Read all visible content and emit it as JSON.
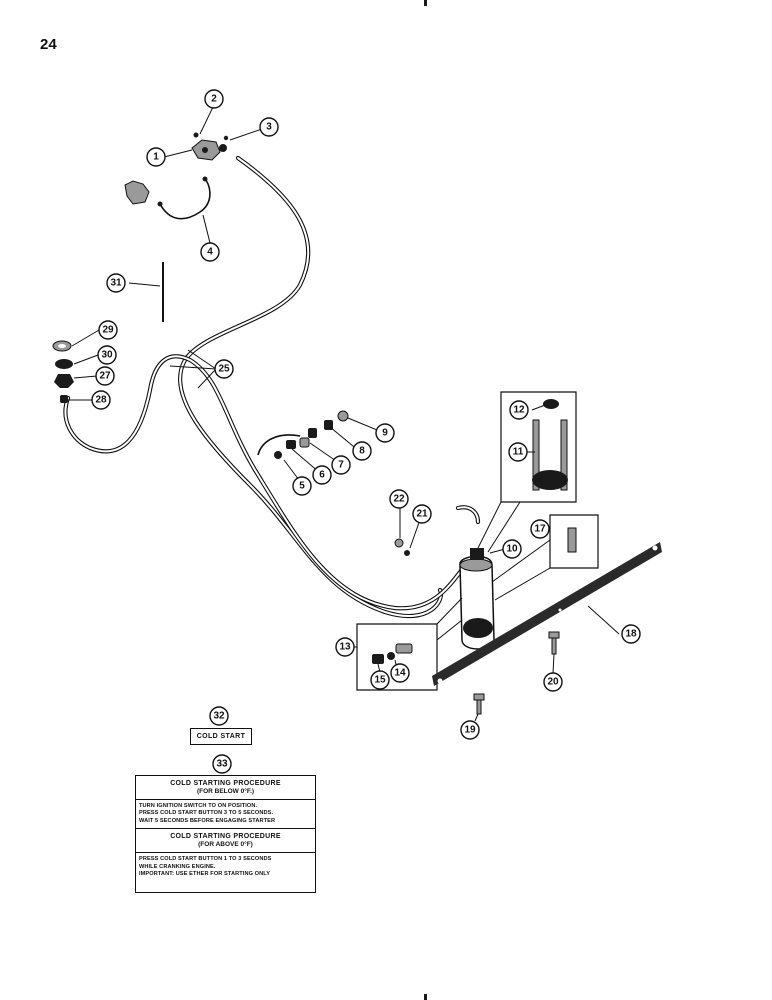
{
  "page": {
    "number": "24"
  },
  "callouts": [
    "1",
    "2",
    "3",
    "4",
    "5",
    "6",
    "7",
    "8",
    "9",
    "10",
    "11",
    "12",
    "13",
    "14",
    "15",
    "17",
    "18",
    "19",
    "20",
    "21",
    "22",
    "25",
    "27",
    "28",
    "29",
    "30",
    "31",
    "32",
    "33"
  ],
  "decal_cold_start": {
    "text": "COLD START"
  },
  "decal_procedure": {
    "title1": "COLD STARTING PROCEDURE",
    "sub1": "(FOR BELOW 0°F.)",
    "body1_line1": "TURN IGNITION SWITCH TO ON POSITION.",
    "body1_line2": "PRESS COLD START BUTTON 3 TO 5 SECONDS.",
    "body1_line3": "WAIT 5 SECONDS BEFORE ENGAGING STARTER",
    "title2": "COLD STARTING PROCEDURE",
    "sub2": "(FOR ABOVE 0°F)",
    "body2_line1": "PRESS COLD START BUTTON 1 TO 3 SECONDS",
    "body2_line2": "WHILE CRANKING ENGINE.",
    "body2_line3": "IMPORTANT: USE ETHER FOR STARTING ONLY"
  }
}
